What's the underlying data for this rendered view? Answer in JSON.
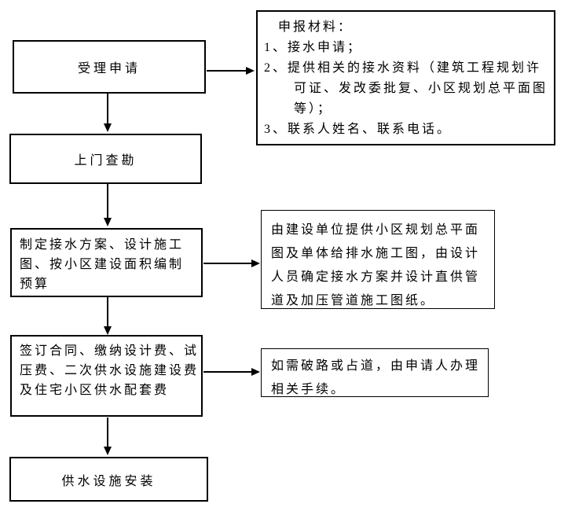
{
  "colors": {
    "background": "#ffffff",
    "line": "#000000",
    "text": "#000000"
  },
  "flow_steps": {
    "b1": {
      "label": "受理申请"
    },
    "b2": {
      "label": "上门查勘"
    },
    "b3": {
      "lines": [
        "制定接水方案、设计施工",
        "图、按小区建设面积编制",
        "预算"
      ]
    },
    "b4": {
      "lines": [
        "签订合同、缴纳设计费、试",
        "压费、二次供水设施建设费",
        "及住宅小区供水配套费"
      ]
    },
    "b5": {
      "label": "供水设施安装"
    }
  },
  "side_notes": {
    "r1": {
      "lines": [
        "申报材料：",
        "1、接水申请；",
        "2、提供相关的接水资料（建筑工程规划许",
        "可证、发改委批复、小区规划总平面图",
        "等）；",
        "3、联系人姓名、联系电话。"
      ]
    },
    "r2": {
      "lines": [
        "由建设单位提供小区规划总平面",
        "图及单体给排水施工图，由设计",
        "人员确定接水方案并设计直供管",
        "道及加压管道施工图纸。"
      ]
    },
    "r3": {
      "lines": [
        "如需破路或占道，由申请人办理",
        "相关手续。"
      ]
    }
  }
}
